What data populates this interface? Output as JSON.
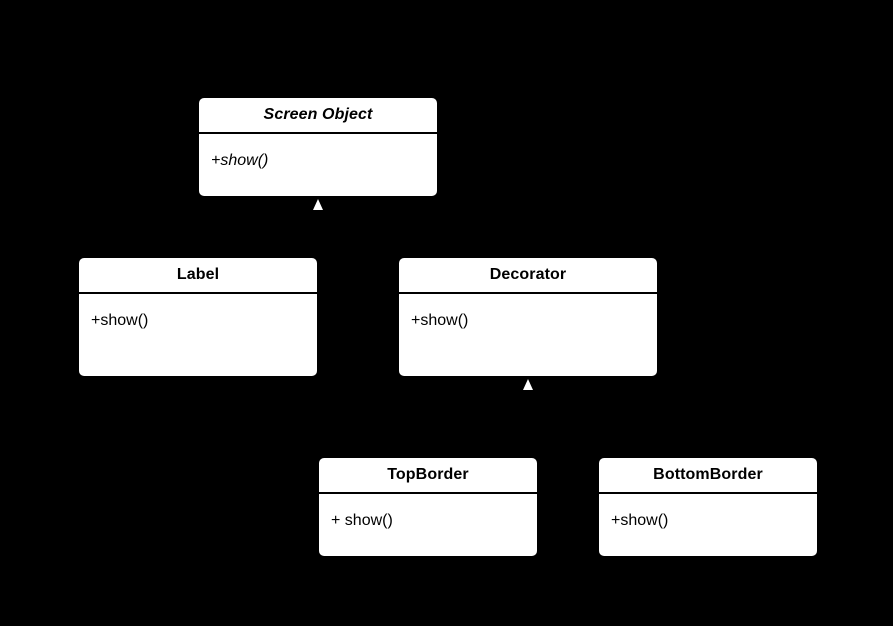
{
  "diagram": {
    "title": "Decorator Pattern Class Diagram",
    "background_color": "#000000",
    "box_fill_color": "#ffffff",
    "text_color": "#000000",
    "arrowhead_color": "#ffffff",
    "relationship_type": "generalization"
  },
  "classes": [
    {
      "id": "screen-object",
      "name": "Screen Object",
      "abstract": true,
      "members": [
        {
          "text": "+show()",
          "abstract": true
        }
      ]
    },
    {
      "id": "label",
      "name": "Label",
      "abstract": false,
      "members": [
        {
          "text": "+show()",
          "abstract": false
        }
      ]
    },
    {
      "id": "decorator",
      "name": "Decorator",
      "abstract": false,
      "members": [
        {
          "text": "+show()",
          "abstract": false
        }
      ]
    },
    {
      "id": "top-border",
      "name": "TopBorder",
      "abstract": false,
      "members": [
        {
          "text": "+ show()",
          "abstract": false
        }
      ]
    },
    {
      "id": "bottom-border",
      "name": "BottomBorder",
      "abstract": false,
      "members": [
        {
          "text": "+show()",
          "abstract": false
        }
      ]
    }
  ],
  "relationships": [
    {
      "from": "label",
      "to": "screen-object",
      "type": "generalization"
    },
    {
      "from": "decorator",
      "to": "screen-object",
      "type": "generalization"
    },
    {
      "from": "top-border",
      "to": "decorator",
      "type": "generalization"
    },
    {
      "from": "bottom-border",
      "to": "decorator",
      "type": "generalization"
    }
  ]
}
